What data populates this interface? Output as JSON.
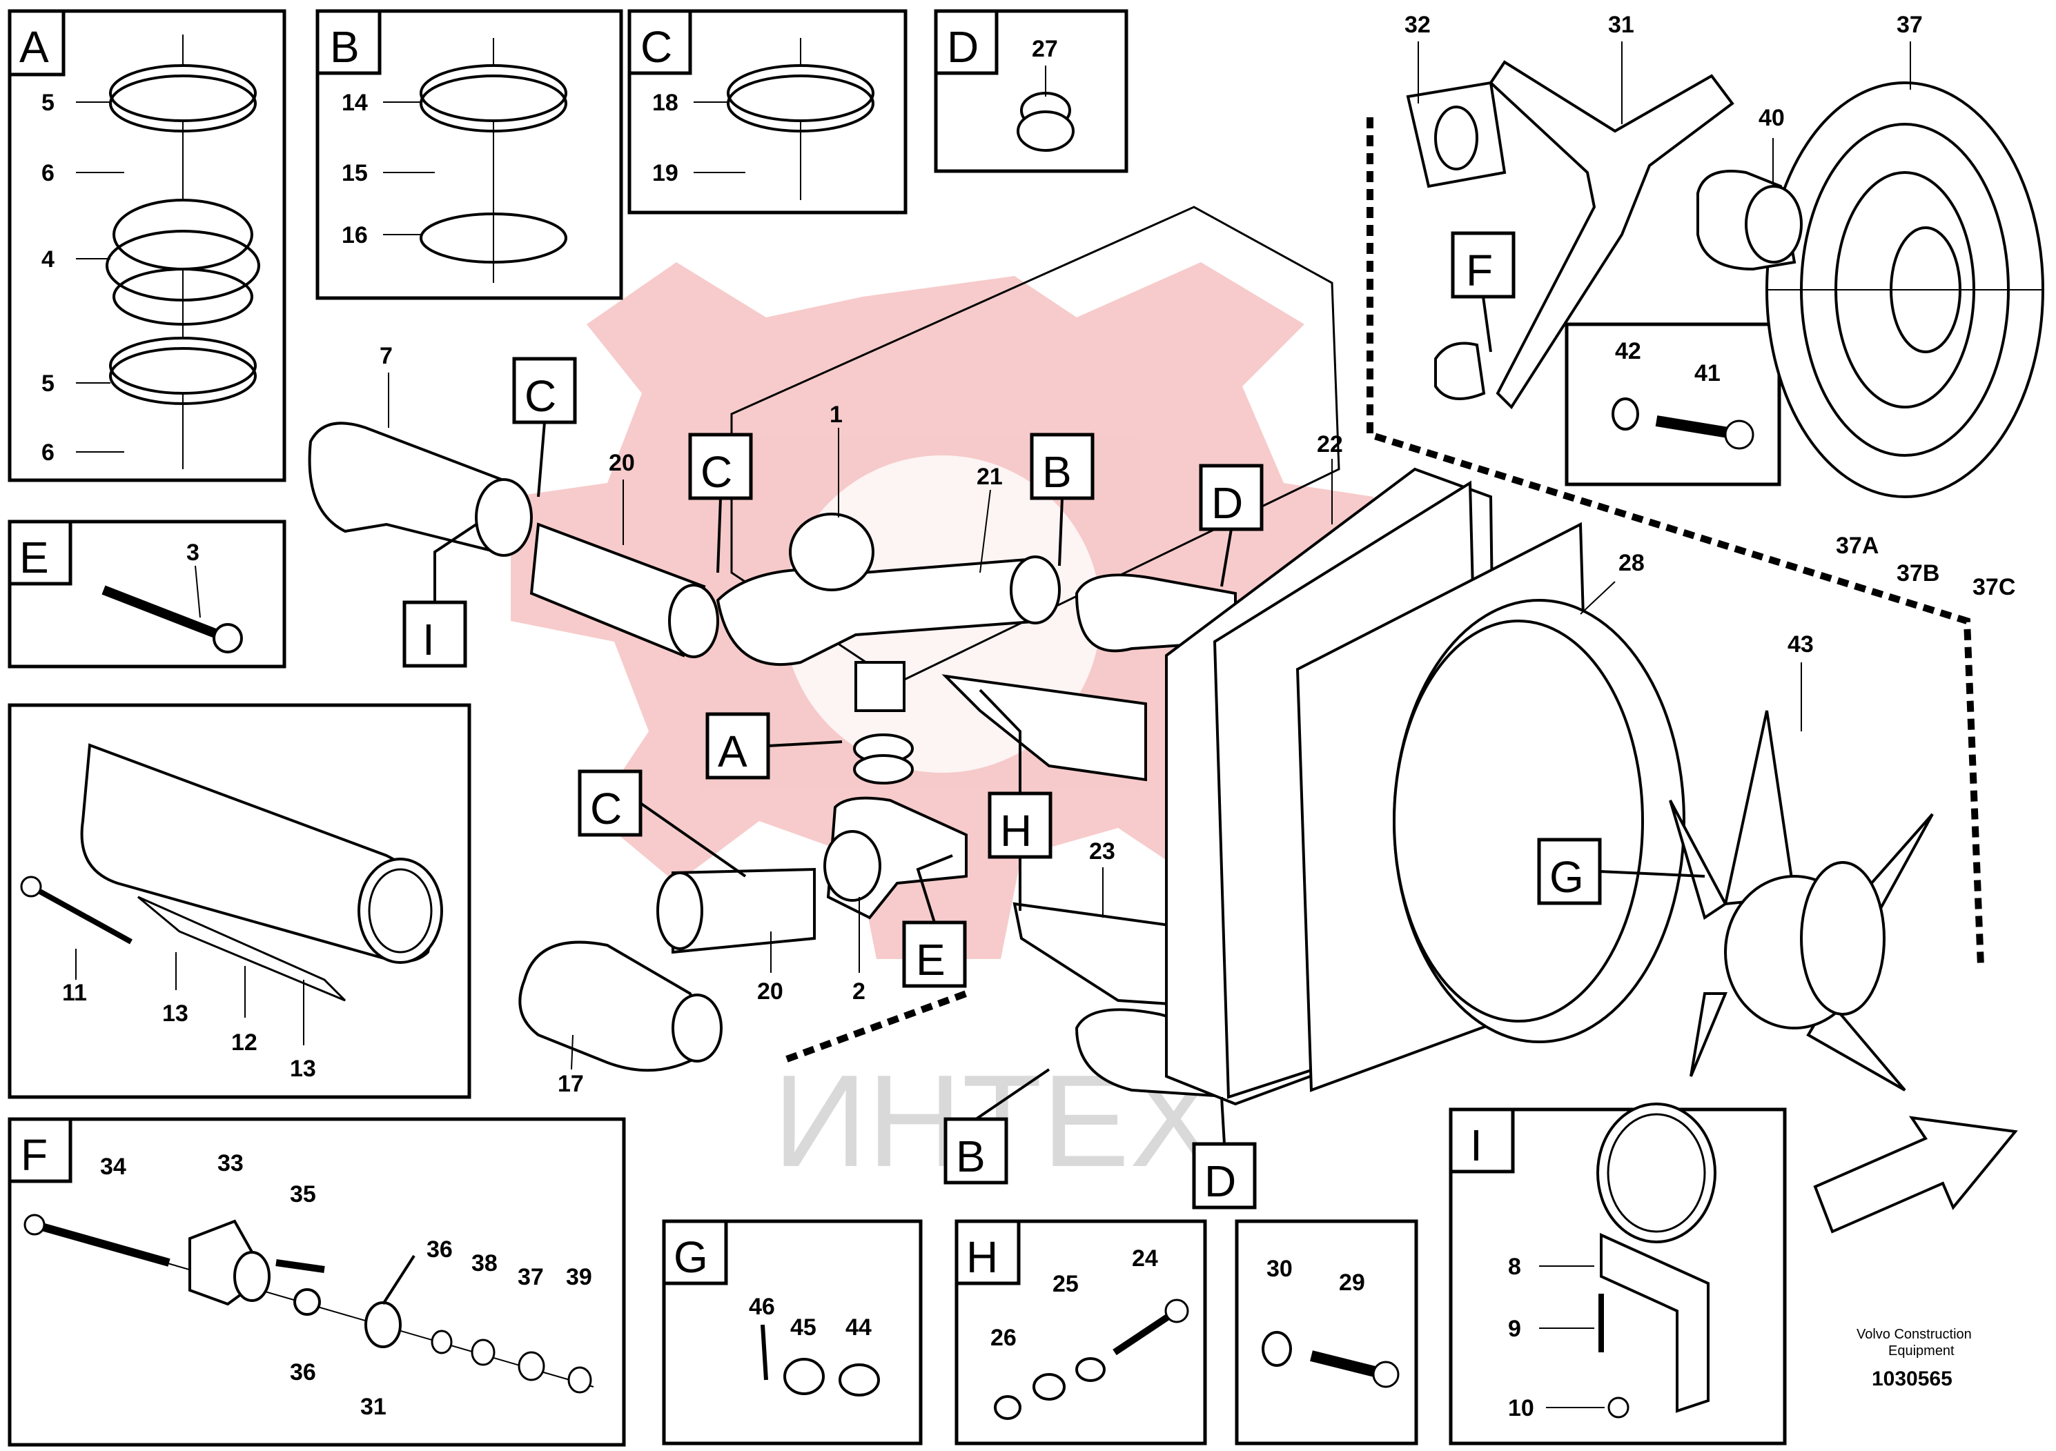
{
  "credit": {
    "company": "Volvo Construction",
    "line2": "Equipment",
    "doc_number": "1030565"
  },
  "watermark_text": "ИНТЕХ",
  "colors": {
    "line": "#000000",
    "watermark": "#e8a0a0"
  },
  "detail_boxes": {
    "A": {
      "letter": "A",
      "labels": [
        "5",
        "6",
        "4",
        "5",
        "6"
      ]
    },
    "B": {
      "letter": "B",
      "labels": [
        "14",
        "15",
        "16"
      ]
    },
    "C": {
      "letter": "C",
      "labels": [
        "18",
        "19"
      ]
    },
    "D": {
      "letter": "D",
      "labels": [
        "27"
      ]
    },
    "E": {
      "letter": "E",
      "labels": [
        "3"
      ]
    },
    "I_zoom": {
      "labels": [
        "11",
        "13",
        "12",
        "13"
      ]
    },
    "F": {
      "letter": "F",
      "labels": [
        "34",
        "33",
        "35",
        "36",
        "38",
        "37",
        "39",
        "36",
        "31"
      ]
    },
    "G": {
      "letter": "G",
      "labels": [
        "46",
        "45",
        "44"
      ]
    },
    "H": {
      "letter": "H",
      "labels": [
        "25",
        "24",
        "26"
      ]
    },
    "D2": {
      "labels": [
        "30",
        "29"
      ]
    },
    "I": {
      "letter": "I",
      "labels": [
        "8",
        "9",
        "10"
      ]
    },
    "F_top": {
      "letter": "F",
      "labels": [
        "42",
        "41"
      ]
    }
  },
  "main_callouts": {
    "numbers": [
      "7",
      "20",
      "1",
      "21",
      "22",
      "32",
      "31",
      "37",
      "40",
      "37A",
      "37B",
      "37C",
      "28",
      "43",
      "23",
      "20",
      "2",
      "17"
    ],
    "letters": [
      "C",
      "C",
      "B",
      "D",
      "I",
      "A",
      "C",
      "H",
      "E",
      "G",
      "B",
      "D",
      "F"
    ]
  }
}
